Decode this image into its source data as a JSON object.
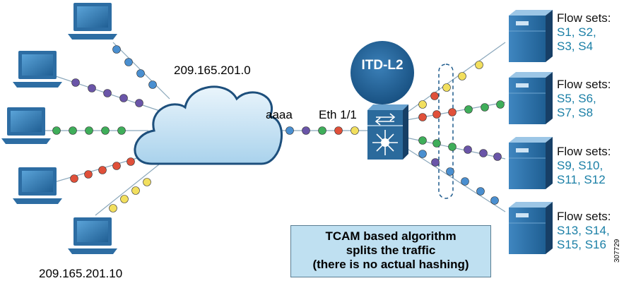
{
  "labels": {
    "cloud_ip": "209.165.201.0",
    "client_ip": "209.165.201.10",
    "vlan": "aaaa",
    "interface": "Eth 1/1",
    "itd_name": "ITD-L2",
    "figure_id": "307729"
  },
  "note_lines": [
    "TCAM based algorithm",
    "splits the traffic",
    "(there is no actual hashing)"
  ],
  "servers": [
    {
      "title": "Flow sets:",
      "line1": "S1, S2,",
      "line2": "S3, S4"
    },
    {
      "title": "Flow sets:",
      "line1": "S5, S6,",
      "line2": "S7, S8"
    },
    {
      "title": "Flow sets:",
      "line1": "S9, S10,",
      "line2": "S11, S12"
    },
    {
      "title": "Flow sets:",
      "line1": "S13, S14,",
      "line2": "S15, S16"
    }
  ],
  "colors": {
    "blue": "#4a8fd0",
    "purple": "#6a55a8",
    "green": "#3fae5a",
    "red": "#e0503a",
    "yellow": "#f2df5e",
    "cloud": "#cfe7f5",
    "device": "#2b6a9c"
  },
  "icons": [
    "laptop-icon",
    "cloud-icon",
    "switch-icon",
    "server-icon"
  ]
}
